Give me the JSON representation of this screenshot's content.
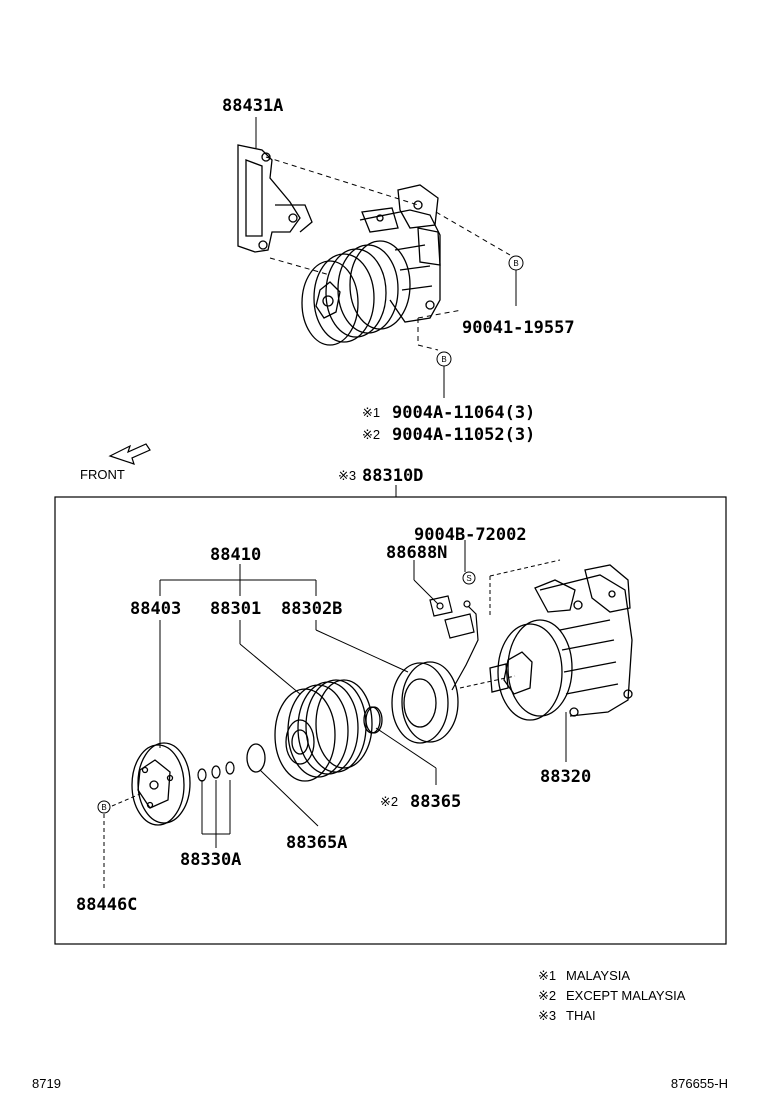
{
  "top_assembly": {
    "bracket_part": "88431A",
    "bolt_part": "90041-19557",
    "variant_lines": [
      {
        "mark": "※1",
        "part": "9004A-11064(3)"
      },
      {
        "mark": "※2",
        "part": "9004A-11052(3)"
      }
    ],
    "callout_letter": "B"
  },
  "front_label": "FRONT",
  "main_assembly": {
    "mark": "※3",
    "part": "88310D",
    "clutch_group": "88410",
    "labels": {
      "p88403": "88403",
      "p88301": "88301",
      "p88302B": "88302B",
      "p9004B": "9004B-72002",
      "p88688N": "88688N",
      "p88320": "88320",
      "p88365_mark": "※2",
      "p88365": "88365",
      "p88365A": "88365A",
      "p88330A": "88330A",
      "p88446C": "88446C"
    },
    "callout_S": "S",
    "callout_B": "B"
  },
  "legend": [
    {
      "mark": "※1",
      "text": "MALAYSIA"
    },
    {
      "mark": "※2",
      "text": "EXCEPT MALAYSIA"
    },
    {
      "mark": "※3",
      "text": "THAI"
    }
  ],
  "footer": {
    "left": "8719",
    "right": "876655-H"
  }
}
